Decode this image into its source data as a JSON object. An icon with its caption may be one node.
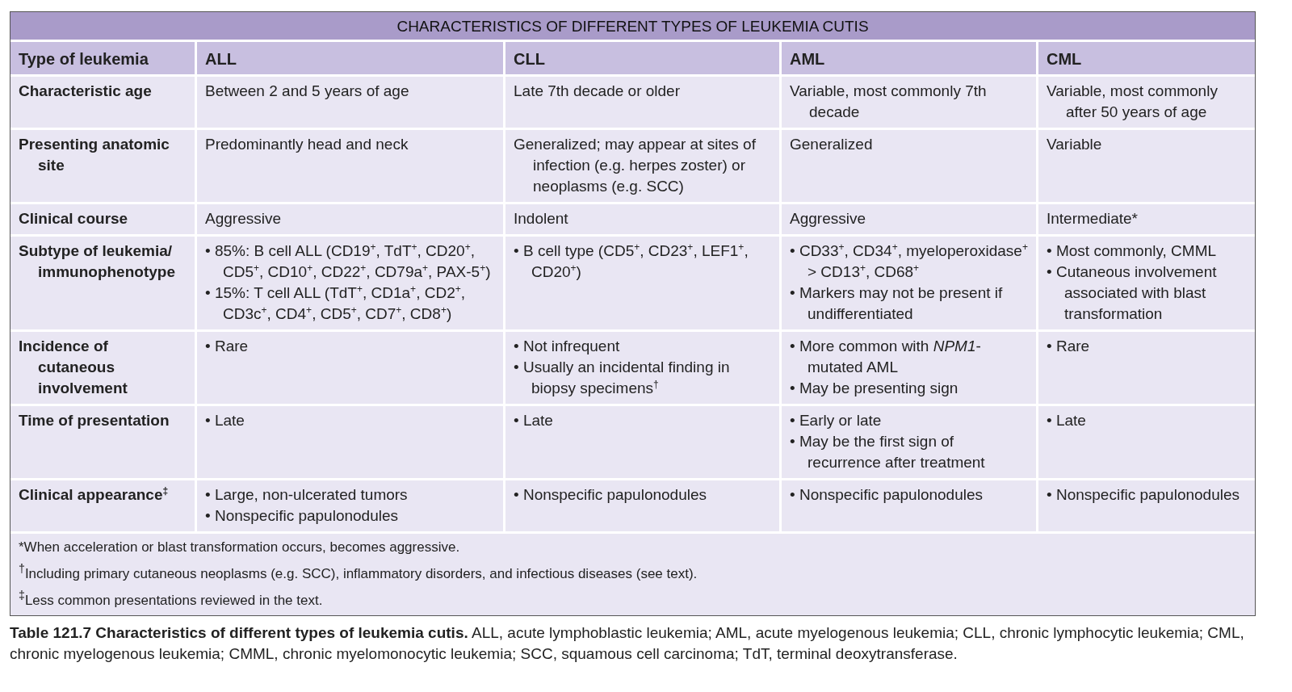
{
  "diagram": {
    "title": "CHARACTERISTICS OF DIFFERENT TYPES OF LEUKEMIA CUTIS",
    "caption": "**Table 121.7 Characteristics of different types of leukemia cutis.** ALL, acute lymphoblastic leukemia; AML, acute myelogenous leukemia; CLL, chronic lymphocytic leukemia; CML, chronic myelogenous leukemia; CMML, chronic myelomonocytic leukemia; SCC, squamous cell carcinoma; TdT, terminal deoxytransferase.",
    "labels": [
      "Type of leukemia",
      "ALL",
      "CLL",
      "AML",
      "CML",
      "Characteristic age",
      "Between 2 and 5 years of age",
      "Late 7th decade or older",
      "Variable, most commonly 7th decade",
      "Variable, most commonly after 50 years of age",
      "Presenting anatomic site",
      "Predominantly head and neck",
      "Generalized; may appear at sites of infection (e.g. herpes zoster) or neoplasms (e.g. SCC)",
      "Generalized",
      "Variable",
      "Clinical course",
      "Aggressive",
      "Indolent",
      "Aggressive",
      "Intermediate*",
      "Subtype of leukemia/ immunophenotype",
      "•  85%: B cell ALL (CD19$^{+}$, TdT$^{+}$, CD20$^{+}$, CD5$^{+}$, CD10$^{+}$, CD22$^{+}$, CD79a$^{+}$, PAX-5$^{+}$)",
      "•  15%: T cell ALL (TdT$^{+}$, CD1a$^{+}$, CD2$^{+}$, CD3c$^{+}$, CD4$^{+}$, CD5$^{+}$, CD7$^{+}$, CD8$^{+}$)",
      "•  B cell type (CD5$^{+}$, CD23$^{+}$, LEF1$^{+}$, CD20$^{+}$)",
      "•  CD33$^{+}$, CD34$^{+}$, myeloperoxidase$^{+}$ > CD13$^{+}$, CD68$^{+}$",
      "•  Markers may not be present if undifferentiated",
      "•  Most commonly, CMML",
      "•  Cutaneous involvement associated with blast transformation",
      "Incidence of cutaneous involvement",
      "•  Rare",
      "•  Not infrequent",
      "•  Usually an incidental finding in biopsy specimens$^{†}$",
      "•  More common with *NPM1*-mutated AML",
      "•  May be presenting sign",
      "•  Rare",
      "Time of presentation",
      "•  Late",
      "•  Late",
      "•  Early or late",
      "•  May be the first sign of recurrence after treatment",
      "•  Late",
      "Clinical appearance$^{‡}$",
      "•  Large, non-ulcerated tumors",
      "•  Nonspecific papulonodules",
      "•  Nonspecific papulonodules",
      "•  Nonspecific papulonodules",
      "•  Nonspecific papulonodules",
      "*When acceleration or blast transformation occurs, becomes aggressive.",
      "$^{†}$Including primary cutaneous neoplasms (e.g. SCC), inflammatory disorders, and infectious diseases (see text).",
      "$^{‡}$Less common presentations reviewed in the text."
    ]
  }
}
